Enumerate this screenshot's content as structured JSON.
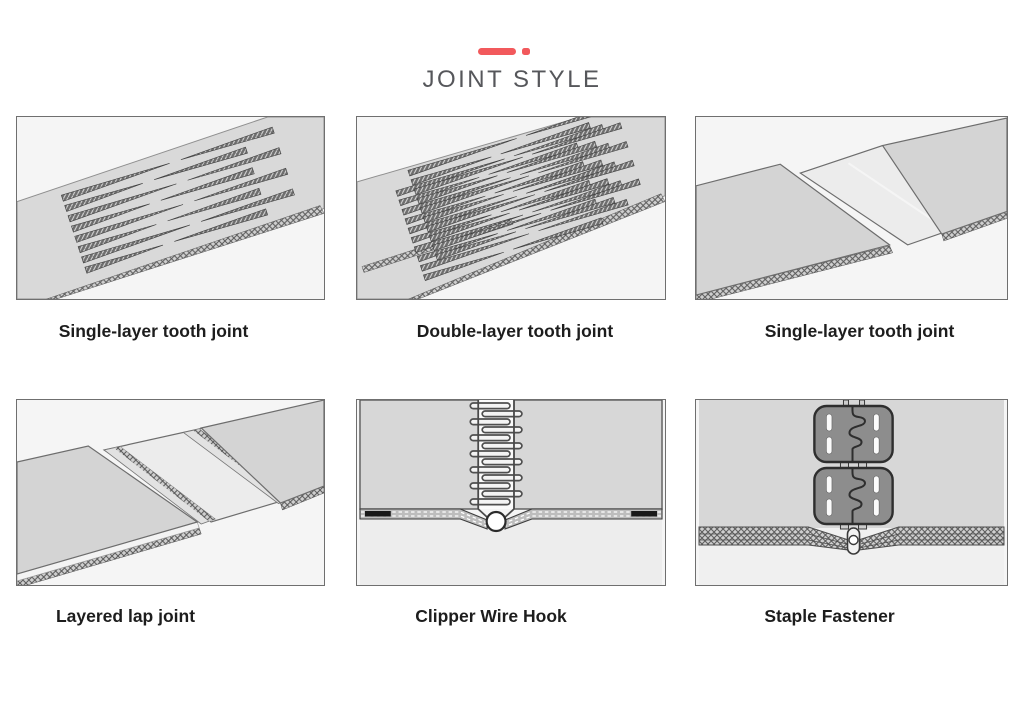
{
  "header": {
    "title": "JOINT STYLE",
    "accent_color": "#f2595c",
    "title_color": "#56575b"
  },
  "colors": {
    "panel_background": "#f5f5f5",
    "panel_border": "#6f6f6f",
    "belt_gray": "#d9d9d9",
    "tooth_dark": "#6e6e6e",
    "staple_plate": "#8d8d8d",
    "caption_text": "#1d1d1d"
  },
  "panels": [
    {
      "id": "single-layer-tooth-joint-1",
      "label": "Single-layer tooth joint"
    },
    {
      "id": "double-layer-tooth-joint",
      "label": "Double-layer tooth joint"
    },
    {
      "id": "single-layer-tooth-joint-2",
      "label": "Single-layer tooth joint"
    },
    {
      "id": "layered-lap-joint",
      "label": "Layered lap joint"
    },
    {
      "id": "clipper-wire-hook",
      "label": "Clipper Wire Hook"
    },
    {
      "id": "staple-fastener",
      "label": "Staple Fastener"
    }
  ]
}
